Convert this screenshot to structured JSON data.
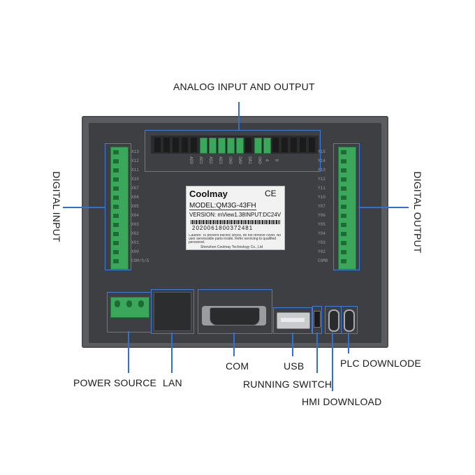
{
  "labels": {
    "analog": "ANALOG  INPUT AND OUTPUT",
    "digital_input": "DIGITAL INPUT",
    "digital_output": "DIGITAL OUTPUT",
    "power_source": "POWER SOURCE",
    "lan": "LAN",
    "com": "COM",
    "usb": "USB",
    "running_switch": "RUNNING SWITCH",
    "hmi_download": "HMI DOWNLOAD",
    "plc_download": "PLC DOWNLODE"
  },
  "product_label": {
    "brand": "Coolmay",
    "ce": "CE",
    "model": "MODEL:QM3G-43FH",
    "version": "VERSION: mView1.38",
    "input": "INPUT:DC24V",
    "serial": "2020061800372481",
    "caution": "Caution: To prevent electric shock, do not remove cover. No user serviceable parts inside. Refer servicing to qualified personnel.",
    "maker": "Shenzhen Coolmay Technology Co., Ltd"
  },
  "left_terminal_labels": [
    "X13",
    "X12",
    "X11",
    "X10",
    "X07",
    "X06",
    "X05",
    "X04",
    "X03",
    "X02",
    "X01",
    "X00",
    "COM/S/S"
  ],
  "right_terminal_labels": [
    "Y15",
    "Y14",
    "Y13",
    "Y12",
    "Y11",
    "Y10",
    "Y07",
    "Y06",
    "Y05",
    "Y04",
    "Y03",
    "Y02",
    "COM0"
  ],
  "top_terminal_labels": [
    "AD0",
    "AD1",
    "AD2",
    "AD3",
    "GND",
    "DA0",
    "DA1",
    "GND",
    "A",
    "B"
  ],
  "colors": {
    "accent_line": "#2f6fd6",
    "terminal_green": "#3aa75a",
    "device_body": "#5a5c5f"
  }
}
